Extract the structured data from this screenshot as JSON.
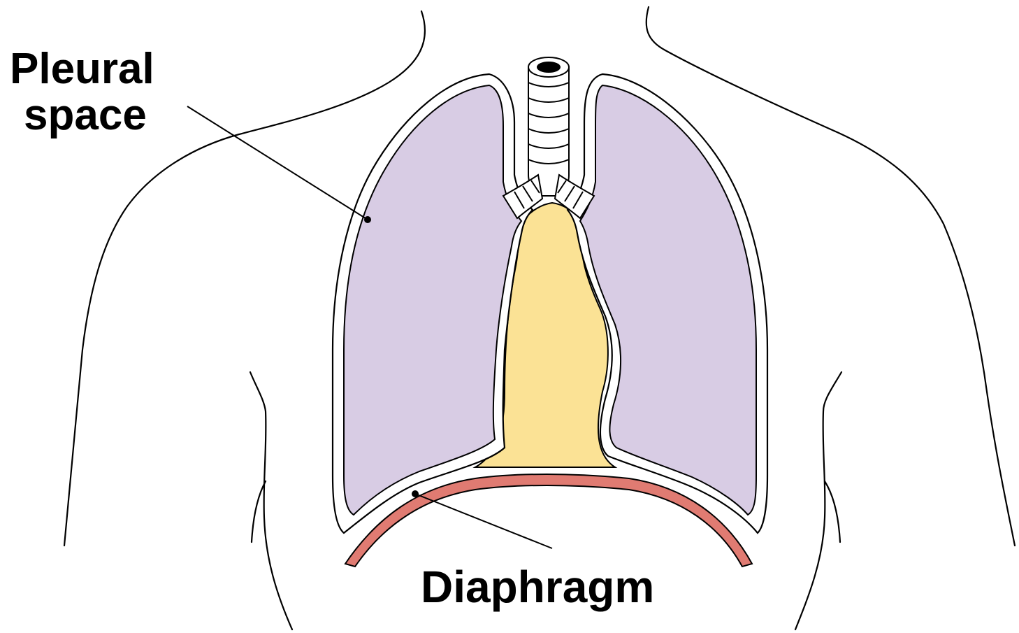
{
  "labels": {
    "pleural_line1": "Pleural",
    "pleural_line2": "space",
    "diaphragm": "Diaphragm"
  },
  "colors": {
    "lung_fill": "#d8cce4",
    "heart_fill": "#fbe295",
    "diaphragm_fill": "#e07b72",
    "pleural_membrane": "#ffffff",
    "outline": "#000000"
  }
}
